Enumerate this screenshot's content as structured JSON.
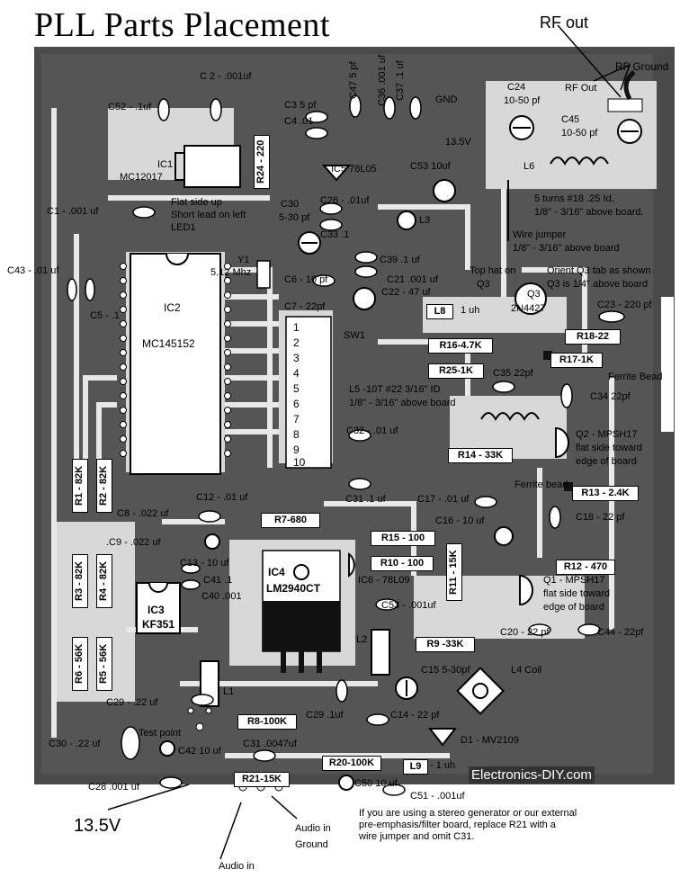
{
  "title": "PLL Parts Placement",
  "rf_out_top": "RF out",
  "rf_ground": "RF Ground",
  "rf_out_label": "RF Out",
  "supply": "13.5V",
  "supply_board": "13.5V",
  "gnd": "GND",
  "audio_in": "Audio in",
  "audio_in_ground": [
    "Audio in",
    "Ground"
  ],
  "website": "Electronics-DIY.com",
  "note": [
    "If you are using a stereo generator or our external",
    "pre-emphasis/filter board,  replace R21 with a",
    "wire jumper and omit C31."
  ],
  "ics": {
    "ic1": [
      "IC1",
      "MC12017"
    ],
    "ic1_note": [
      "Flat side up",
      "Short lead on left",
      "LED1"
    ],
    "ic2": [
      "IC2",
      "MC145152"
    ],
    "ic3": [
      "IC3",
      "KF351"
    ],
    "ic4": [
      "IC4",
      "LM2940CT"
    ],
    "ic5": "IC5 78L05",
    "ic6": "IC6 - 78L09"
  },
  "sw1": {
    "label": "SW1",
    "positions": [
      "1",
      "2",
      "3",
      "4",
      "5",
      "6",
      "7",
      "8",
      "9",
      "10"
    ]
  },
  "resistors": {
    "r24": "R24 - 220",
    "r1": "R1 - 82K",
    "r2": "R2 - 82K",
    "r3": "R3 - 82K",
    "r4": "R4 - 82K",
    "r5": "R5 - 56K",
    "r6": "R6 - 56K",
    "r7": "R7-680",
    "r8": "R8-100K",
    "r9": "R9 -33K",
    "r10": "R10 - 100",
    "r11": "R11 - 15K",
    "r12": "R12 - 470",
    "r13": "R13 - 2.4K",
    "r14": "R14 - 33K",
    "r15": "R15 - 100",
    "r16": "R16-4.7K",
    "r17": "R17-1K",
    "r18": "R18-22",
    "r20": "R20-100K",
    "r21": "R21-15K",
    "r25": "R25-1K"
  },
  "caps": {
    "c2": "C 2 - .001uf",
    "c52": "C52 - .1uf",
    "c3": "C3  5 pf",
    "c4": "C4  .01",
    "c47": "C47 5 pf",
    "c36": "C36 .001 uf",
    "c37": "C37 .1 uf",
    "c24": [
      "C24",
      "10-50 pf"
    ],
    "c45": [
      "C45",
      "10-50 pf"
    ],
    "c53top": "C53 10uf",
    "c1": "C1 - .001 uf",
    "c26": "C26 - .01uf",
    "c30a": [
      "C30",
      "5-30 pf"
    ],
    "c33": "C33 .1",
    "c43": "C43 - .01 uf",
    "c5": "C5 - .1",
    "c6": "C6 - 10 pf",
    "c39": "C39 .1 uf",
    "c21": "C21 .001 uf",
    "c22": "C22 - 47 uf",
    "c7": "C7 - 22pf",
    "c23": "C23 - 220 pf",
    "c35": "C35  22pf",
    "c34": "C34  22pf",
    "c32": "C32 - .01 uf",
    "c31a": "C31  .1 uf",
    "c17": "C17 - .01 uf",
    "c16": "C16 - 10 uf",
    "c18": "C18 - 22  pf",
    "c12": "C12 - .01 uf",
    "c8": "C8 - .022 uf",
    "c9": ".C9 - .022 uf",
    "c13": "C13 - 10 uf",
    "c41": "C41  .1",
    "c40": "C40 .001",
    "c53b": "C53 - .001uf",
    "c20": "C20 - 22 pf",
    "c44": "C44 - 22pf",
    "c15": "C15 5-30pf",
    "c29a": "C29 - .22 uf",
    "c29b": "C29 .1uf",
    "c14": "C14 - 22 pf",
    "c30b": "C30 - .22 uf",
    "c42": "C42 10 uf",
    "c31b": "C31  .0047uf",
    "c28": "C28 .001 uf",
    "c50": "C50 10 uf",
    "c51": "C51 - .001uf"
  },
  "inductors": {
    "l3": "L3",
    "l6": "L6",
    "l6_note": [
      "5 turns #18 .25 Id,",
      "1/8\" - 3/16\"  above board."
    ],
    "l8": "L8",
    "l8_val": "1 uh",
    "l5_note": [
      "L5 -10T #22 3/16\" ID",
      "1/8\" - 3/16\" above board"
    ],
    "l2": "L2",
    "l1": "L1",
    "l4": "L4  Coil",
    "l9": "L9",
    "l9_val": "- 1 uh"
  },
  "misc": {
    "wire_jumper": [
      "Wire jumper",
      "1/8\" - 3/16\" above board"
    ],
    "top_hat": [
      "Top hat on",
      "Q3"
    ],
    "orient_q3": [
      "Orient Q3 tab as shown",
      "Q3 is 1/4\" above board"
    ],
    "q3": [
      "Q3",
      "2N4427"
    ],
    "ferrite_bead1": "Ferrite Bead",
    "ferrite_bead2": "Ferrite bead",
    "q2": [
      "Q2 - MPSH17",
      "flat side toward",
      "edge of board"
    ],
    "q1": [
      "Q1 - MPSH17",
      "flat side toward",
      "edge of board"
    ],
    "y1": [
      "Y1",
      "5.12 Mhz"
    ],
    "d1": "D1 - MV2109",
    "test_point": "Test point"
  }
}
